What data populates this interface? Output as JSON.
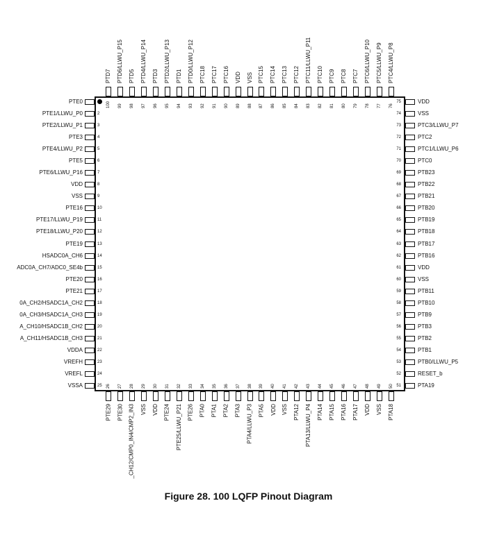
{
  "caption": "Figure 28. 100 LQFP Pinout Diagram",
  "pins": {
    "left": [
      {
        "n": "1",
        "name": "PTE0"
      },
      {
        "n": "2",
        "name": "PTE1/LLWU_P0"
      },
      {
        "n": "3",
        "name": "PTE2/LLWU_P1"
      },
      {
        "n": "4",
        "name": "PTE3"
      },
      {
        "n": "5",
        "name": "PTE4/LLWU_P2"
      },
      {
        "n": "6",
        "name": "PTE5"
      },
      {
        "n": "7",
        "name": "PTE6/LLWU_P16"
      },
      {
        "n": "8",
        "name": "VDD"
      },
      {
        "n": "9",
        "name": "VSS"
      },
      {
        "n": "10",
        "name": "PTE16"
      },
      {
        "n": "11",
        "name": "PTE17/LLWU_P19"
      },
      {
        "n": "12",
        "name": "PTE18/LLWU_P20"
      },
      {
        "n": "13",
        "name": "PTE19"
      },
      {
        "n": "14",
        "name": "HSADC0A_CH6"
      },
      {
        "n": "15",
        "name": "ADC0A_CH7/ADC0_SE4b"
      },
      {
        "n": "16",
        "name": "PTE20"
      },
      {
        "n": "17",
        "name": "PTE21"
      },
      {
        "n": "18",
        "name": "0A_CH2/HSADC1A_CH2"
      },
      {
        "n": "19",
        "name": "0A_CH3/HSADC1A_CH3"
      },
      {
        "n": "20",
        "name": "A_CH10/HSADC1B_CH2"
      },
      {
        "n": "21",
        "name": "A_CH11/HSADC1B_CH3"
      },
      {
        "n": "22",
        "name": "VDDA"
      },
      {
        "n": "23",
        "name": "VREFH"
      },
      {
        "n": "24",
        "name": "VREFL"
      },
      {
        "n": "25",
        "name": "VSSA"
      }
    ],
    "right": [
      {
        "n": "75",
        "name": "VDD"
      },
      {
        "n": "74",
        "name": "VSS"
      },
      {
        "n": "73",
        "name": "PTC3/LLWU_P7"
      },
      {
        "n": "72",
        "name": "PTC2"
      },
      {
        "n": "71",
        "name": "PTC1/LLWU_P6"
      },
      {
        "n": "70",
        "name": "PTC0"
      },
      {
        "n": "69",
        "name": "PTB23"
      },
      {
        "n": "68",
        "name": "PTB22"
      },
      {
        "n": "67",
        "name": "PTB21"
      },
      {
        "n": "66",
        "name": "PTB20"
      },
      {
        "n": "65",
        "name": "PTB19"
      },
      {
        "n": "64",
        "name": "PTB18"
      },
      {
        "n": "63",
        "name": "PTB17"
      },
      {
        "n": "62",
        "name": "PTB16"
      },
      {
        "n": "61",
        "name": "VDD"
      },
      {
        "n": "60",
        "name": "VSS"
      },
      {
        "n": "59",
        "name": "PTB11"
      },
      {
        "n": "58",
        "name": "PTB10"
      },
      {
        "n": "57",
        "name": "PTB9"
      },
      {
        "n": "56",
        "name": "PTB3"
      },
      {
        "n": "55",
        "name": "PTB2"
      },
      {
        "n": "54",
        "name": "PTB1"
      },
      {
        "n": "53",
        "name": "PTB0/LLWU_P5"
      },
      {
        "n": "52",
        "name": "RESET_b"
      },
      {
        "n": "51",
        "name": "PTA19"
      }
    ],
    "top": [
      {
        "n": "100",
        "name": "PTD7"
      },
      {
        "n": "99",
        "name": "PTD6/LLWU_P15"
      },
      {
        "n": "98",
        "name": "PTD5"
      },
      {
        "n": "97",
        "name": "PTD4/LLWU_P14"
      },
      {
        "n": "96",
        "name": "PTD3"
      },
      {
        "n": "95",
        "name": "PTD2/LLWU_P13"
      },
      {
        "n": "94",
        "name": "PTD1"
      },
      {
        "n": "93",
        "name": "PTD0/LLWU_P12"
      },
      {
        "n": "92",
        "name": "PTC18"
      },
      {
        "n": "91",
        "name": "PTC17"
      },
      {
        "n": "90",
        "name": "PTC16"
      },
      {
        "n": "89",
        "name": "VDD"
      },
      {
        "n": "88",
        "name": "VSS"
      },
      {
        "n": "87",
        "name": "PTC15"
      },
      {
        "n": "86",
        "name": "PTC14"
      },
      {
        "n": "85",
        "name": "PTC13"
      },
      {
        "n": "84",
        "name": "PTC12"
      },
      {
        "n": "83",
        "name": "PTC11/LLWU_P11"
      },
      {
        "n": "82",
        "name": "PTC10"
      },
      {
        "n": "81",
        "name": "PTC9"
      },
      {
        "n": "80",
        "name": "PTC8"
      },
      {
        "n": "79",
        "name": "PTC7"
      },
      {
        "n": "78",
        "name": "PTC6/LLWU_P10"
      },
      {
        "n": "77",
        "name": "PTC5/LLWU_P9"
      },
      {
        "n": "76",
        "name": "PTC4/LLWU_P8"
      }
    ],
    "bottom": [
      {
        "n": "26",
        "name": "PTE29"
      },
      {
        "n": "27",
        "name": "PTE30"
      },
      {
        "n": "28",
        "name": "_CH12/CMP0_IN4/CMP2_IN3"
      },
      {
        "n": "29",
        "name": "VSS"
      },
      {
        "n": "30",
        "name": "VDD"
      },
      {
        "n": "31",
        "name": "PTE24"
      },
      {
        "n": "32",
        "name": "PTE25/LLWU_P21"
      },
      {
        "n": "33",
        "name": "PTE26"
      },
      {
        "n": "34",
        "name": "PTA0"
      },
      {
        "n": "35",
        "name": "PTA1"
      },
      {
        "n": "36",
        "name": "PTA2"
      },
      {
        "n": "37",
        "name": "PTA3"
      },
      {
        "n": "38",
        "name": "PTA4/LLWU_P3"
      },
      {
        "n": "39",
        "name": "PTA5"
      },
      {
        "n": "40",
        "name": "VDD"
      },
      {
        "n": "41",
        "name": "VSS"
      },
      {
        "n": "42",
        "name": "PTA12"
      },
      {
        "n": "43",
        "name": "PTA13/LLWU_P4"
      },
      {
        "n": "44",
        "name": "PTA14"
      },
      {
        "n": "45",
        "name": "PTA15"
      },
      {
        "n": "46",
        "name": "PTA16"
      },
      {
        "n": "47",
        "name": "PTA17"
      },
      {
        "n": "48",
        "name": "VDD"
      },
      {
        "n": "49",
        "name": "VSS"
      },
      {
        "n": "50",
        "name": "PTA18"
      }
    ]
  }
}
